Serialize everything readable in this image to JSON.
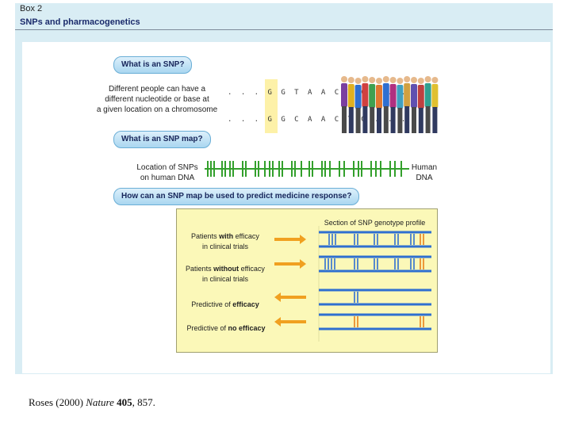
{
  "header": {
    "box_label": "Box 2",
    "title": "SNPs and pharmacogenetics"
  },
  "q1": {
    "pill": "What is an SNP?",
    "text": [
      "Different people can have a",
      "different nucleotide or base at",
      "a given location on a chromosome"
    ],
    "seq1": ". . . G G T A A C T G . . .",
    "seq2": ". . . G G C A A C T G . . ."
  },
  "q2": {
    "pill": "What is an SNP map?",
    "left_label": [
      "Location of SNPs",
      "on human DNA"
    ],
    "right_label": [
      "Human",
      "DNA"
    ]
  },
  "q3": {
    "pill": "How can an SNP map be used to predict medicine response?",
    "profile_title": "Section of SNP genotype profile",
    "rows": [
      {
        "lines": [
          {
            "t": "Patients ",
            "b": "with",
            "a": " efficacy"
          },
          {
            "t": "in clinical trials",
            "b": "",
            "a": ""
          }
        ]
      },
      {
        "lines": [
          {
            "t": "Patients ",
            "b": "without",
            "a": " efficacy"
          },
          {
            "t": "in clinical trials",
            "b": "",
            "a": ""
          }
        ]
      },
      {
        "lines": [
          {
            "t": "Predictive of ",
            "b": "efficacy",
            "a": ""
          }
        ]
      },
      {
        "lines": [
          {
            "t": "Predictive of ",
            "b": "no efficacy",
            "a": ""
          }
        ]
      }
    ]
  },
  "caption": {
    "author": "Roses (2000) ",
    "journal": "Nature",
    "volume": " 405",
    "pages": ", 857."
  },
  "colors": {
    "accent_blue": "#2f6fd0",
    "dna_green": "#33a02c",
    "arrow_orange": "#f0a020",
    "marker_orange": "#e8801a"
  }
}
